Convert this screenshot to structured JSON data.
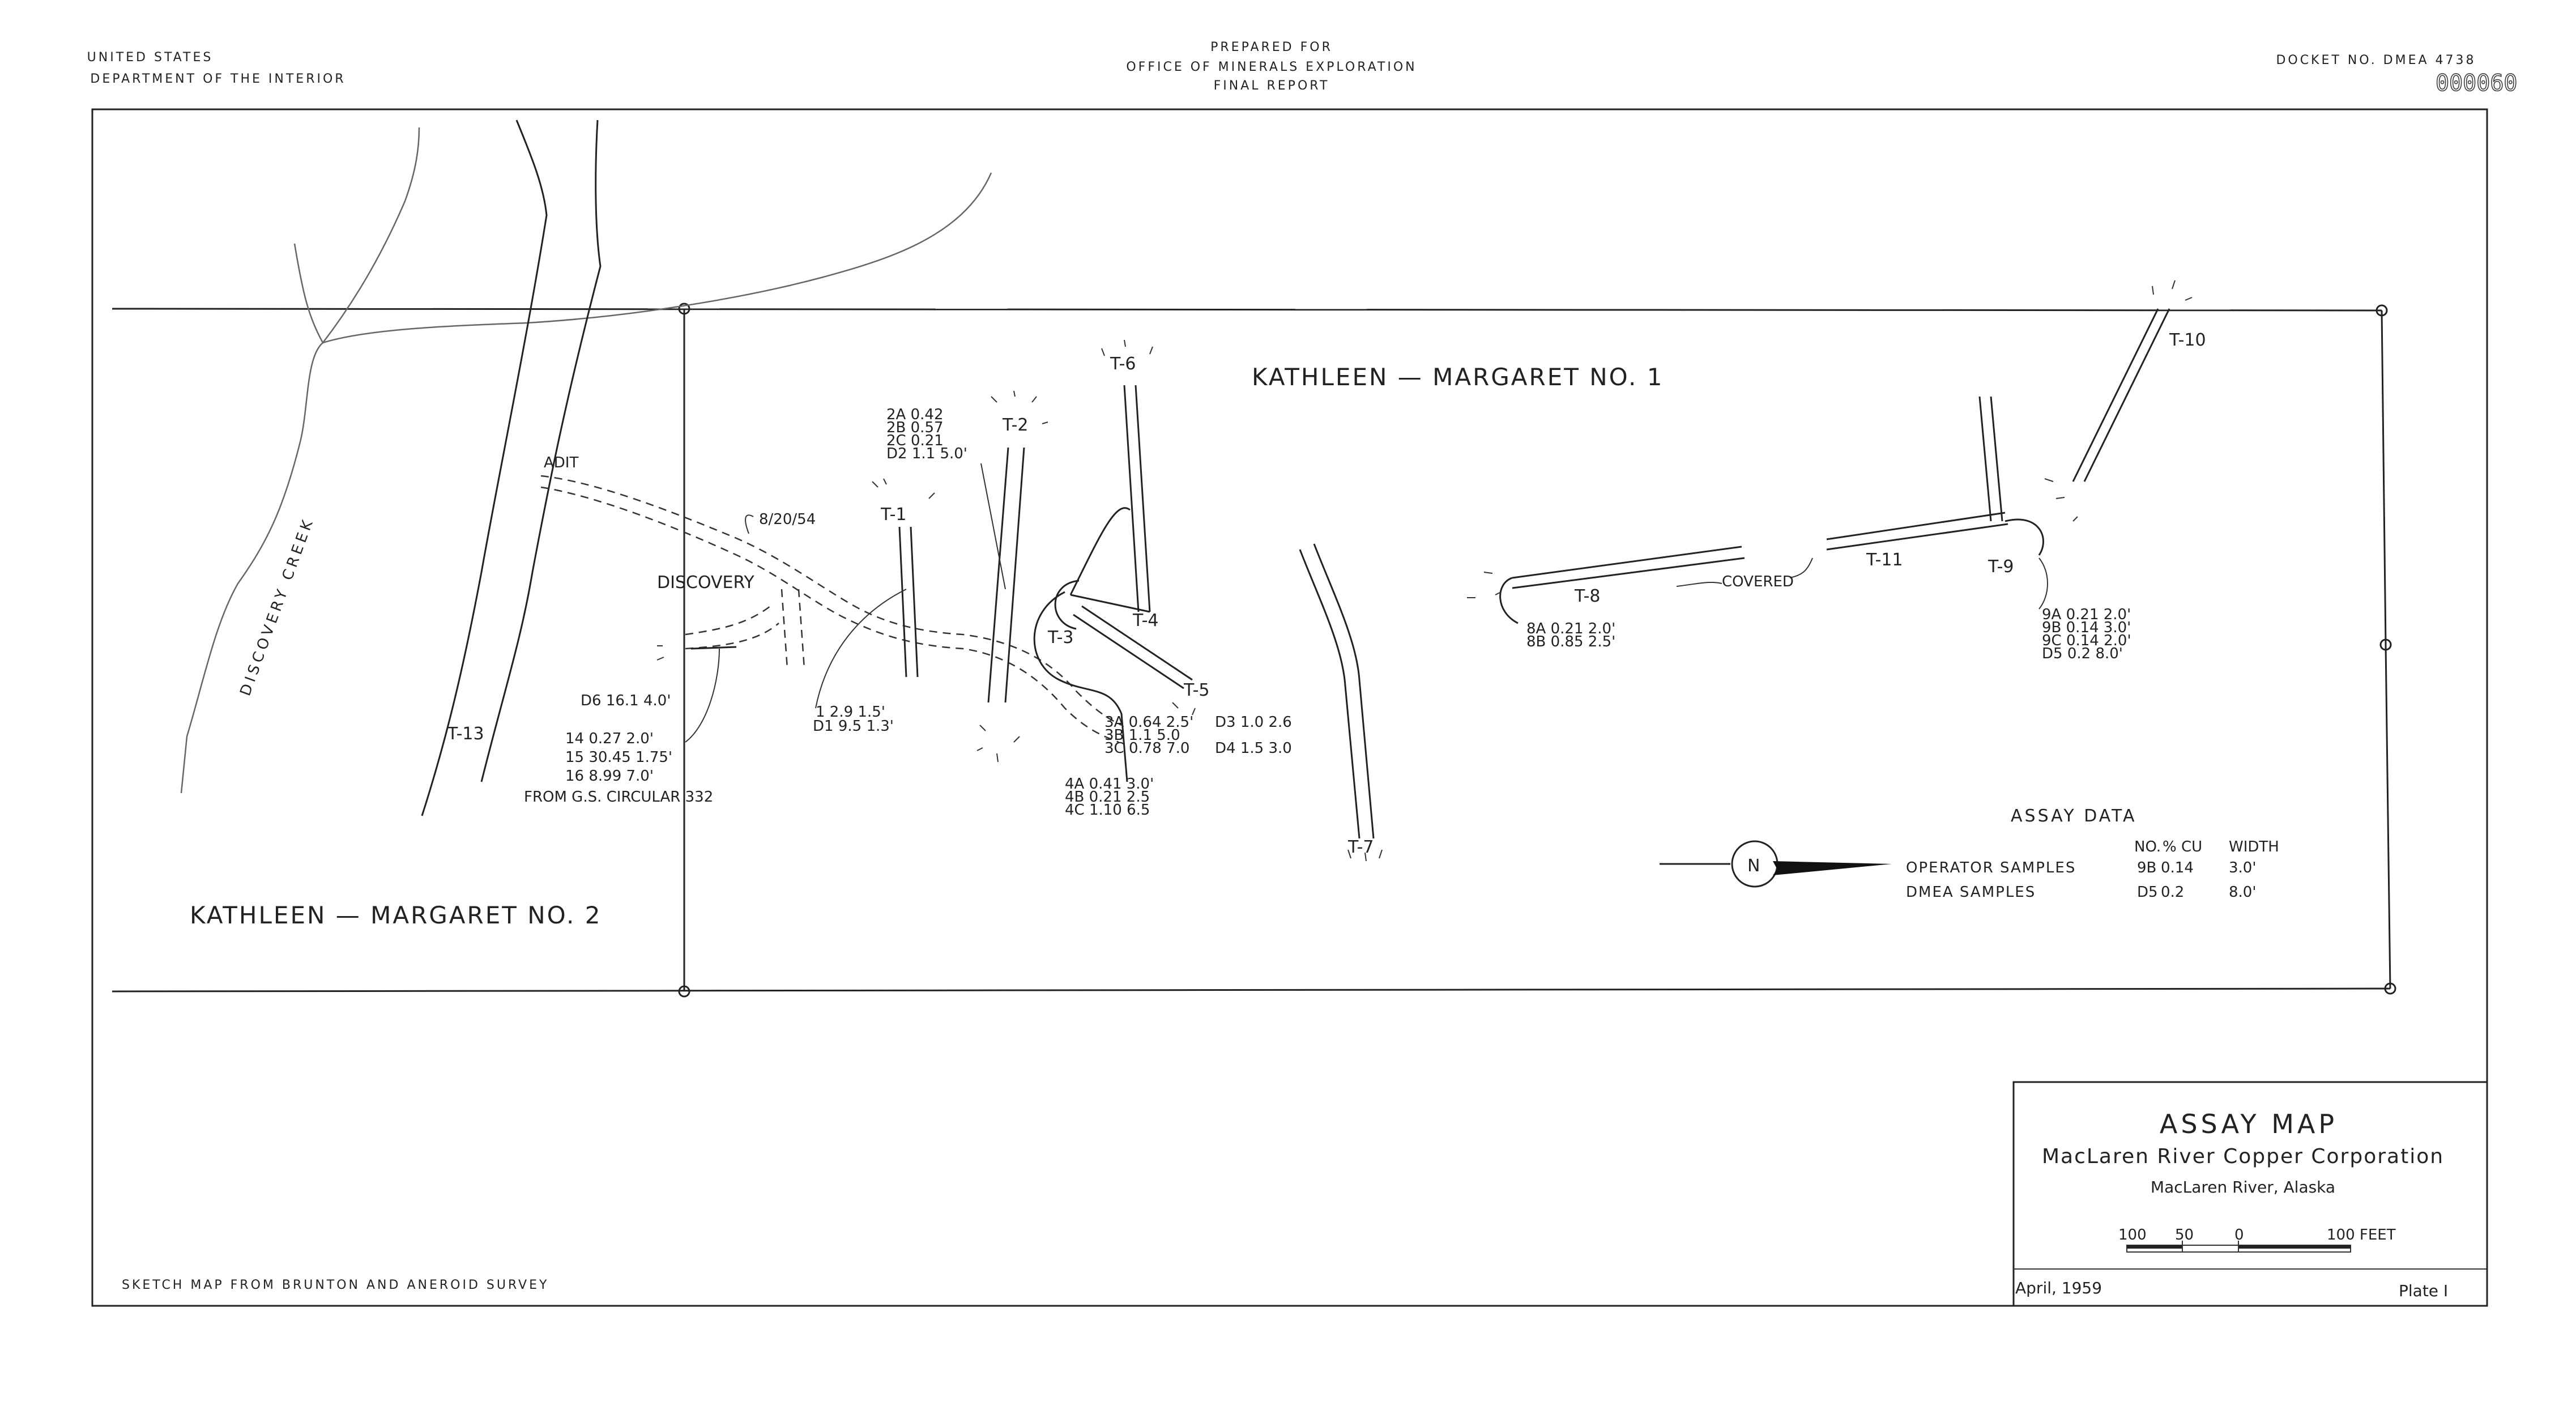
{
  "header": {
    "left_line1": "UNITED   STATES",
    "left_line2": "DEPARTMENT   OF   THE   INTERIOR",
    "center_line1": "PREPARED  FOR",
    "center_line2": "OFFICE  OF  MINERALS  EXPLORATION",
    "center_line3": "FINAL   REPORT",
    "right": "DOCKET  NO.  DMEA  4738",
    "stamp": "000060"
  },
  "claims": {
    "no1": "KATHLEEN — MARGARET  NO. 1",
    "no2": "KATHLEEN — MARGARET  NO. 2"
  },
  "features": {
    "creek": "DISCOVERY   CREEK",
    "adit": "ADIT",
    "discovery": "DISCOVERY",
    "date": "8/20/54",
    "covered": "COVERED",
    "circular": "FROM  G.S.  CIRCULAR  332"
  },
  "trenches": [
    "T-1",
    "T-2",
    "T-3",
    "T-4",
    "T-5",
    "T-6",
    "T-7",
    "T-8",
    "T-9",
    "T-10",
    "T-11",
    "T-13"
  ],
  "samples": {
    "t2": [
      "2A  0.42",
      "2B  0.57",
      "2C  0.21",
      "D2   1.1   5.0'"
    ],
    "t1": [
      "1   2.9  1.5'",
      "D1  9.5  1.3'"
    ],
    "disc_d6": "D6  16.1   4.0'",
    "disc": [
      "14     0.27   2.0'",
      "15   30.45   1.75'",
      "16     8.99   7.0'"
    ],
    "t3": [
      "3A   0.64   2.5'",
      "3B   1.1     5.0",
      "3C   0.78   7.0"
    ],
    "t3_d": [
      "D3   1.0   2.6",
      "D4   1.5   3.0"
    ],
    "t4": [
      "4A   0.41   3.0'",
      "4B   0.21   2.5",
      "4C   1.10   6.5"
    ],
    "t8": [
      "8A   0.21   2.0'",
      "8B   0.85   2.5'"
    ],
    "t9": [
      "9A   0.21   2.0'",
      "9B   0.14   3.0'",
      "9C   0.14   2.0'",
      "D5   0.2     8.0'"
    ]
  },
  "assay_data": {
    "title": "ASSAY   DATA",
    "columns": [
      "NO.",
      "% CU",
      "WIDTH"
    ],
    "rows": [
      {
        "label": "OPERATOR    SAMPLES",
        "no": "9B",
        "cu": "0.14",
        "width": "3.0'"
      },
      {
        "label": "DMEA     SAMPLES",
        "no": "D5",
        "cu": "0.2",
        "width": "8.0'"
      }
    ]
  },
  "north": "N",
  "title_block": {
    "title": "ASSAY   MAP",
    "company": "MacLaren  River  Copper  Corporation",
    "location": "MacLaren  River,  Alaska",
    "scale_labels": [
      "100",
      "50",
      "0",
      "100  FEET"
    ],
    "date": "April, 1959",
    "plate": "Plate  I"
  },
  "footer": "SKETCH  MAP  FROM  BRUNTON  AND  ANEROID  SURVEY"
}
